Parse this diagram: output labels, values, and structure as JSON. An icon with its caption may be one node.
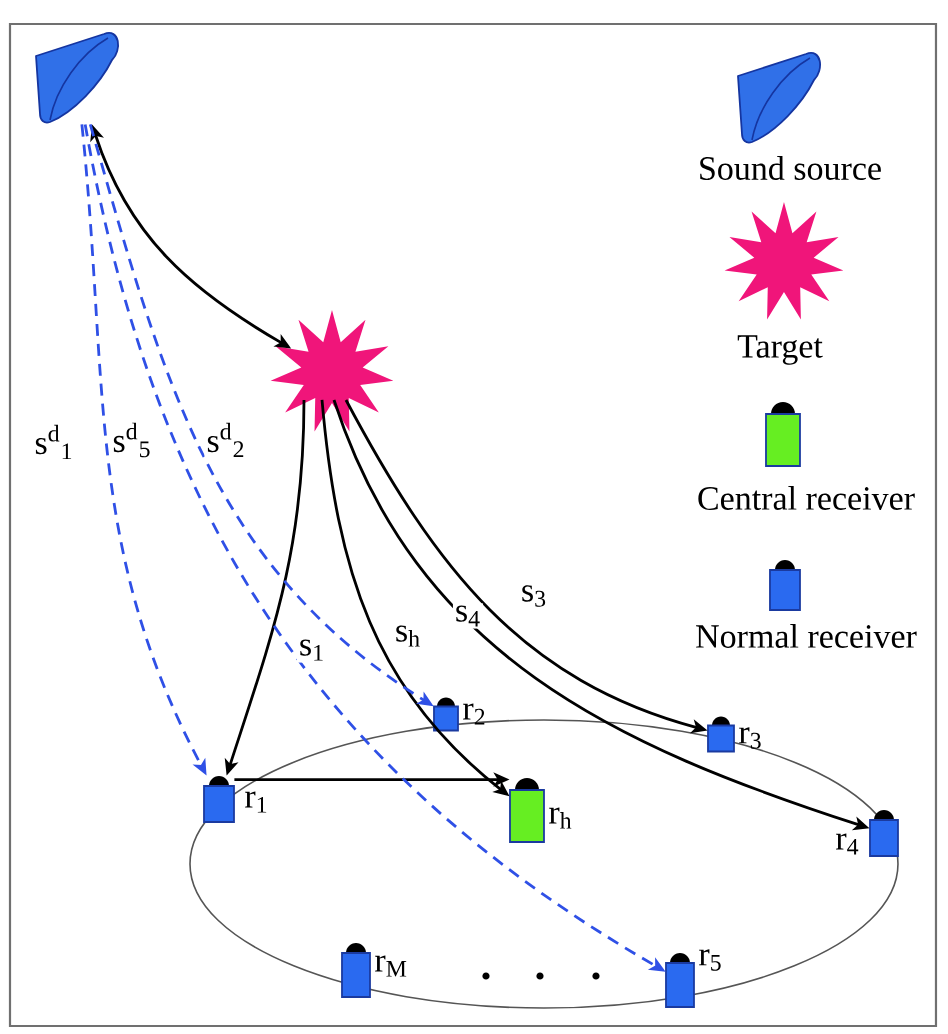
{
  "diagram": {
    "nodes": [
      {
        "text": [],
        "shape": "picture"
      },
      {
        "text": [],
        "shape": "star"
      },
      {
        "text": [],
        "shape": "box",
        "beside": [
          "r$_{1}$"
        ]
      },
      {
        "text": [],
        "shape": "box",
        "beside": [
          "r$_{2}$"
        ]
      },
      {
        "text": [],
        "shape": "box",
        "beside": [
          "r$_{3}$"
        ]
      },
      {
        "text": [],
        "shape": "box",
        "beside": [
          "r$_{h}$"
        ]
      },
      {
        "text": [],
        "shape": "box",
        "beside": [
          "r$_{4}$"
        ]
      },
      {
        "text": [],
        "shape": "box",
        "beside": [
          "r$_{5}$"
        ]
      },
      {
        "text": [],
        "shape": "box",
        "beside": [
          "r$_{M}$"
        ]
      }
    ],
    "edges": [
      {
        "from": 0,
        "to": 1,
        "arrow": "both"
      },
      {
        "from": 1,
        "to": 2,
        "arrow": "to",
        "label": "s$_{1}$"
      },
      {
        "from": 1,
        "to": 5,
        "arrow": "to",
        "label": "s$_{h}$"
      },
      {
        "from": 1,
        "to": 6,
        "arrow": "to",
        "label": "s$_{4}$"
      },
      {
        "from": 1,
        "to": 4,
        "arrow": "to",
        "label": "s$_{3}$"
      },
      {
        "from": 2,
        "to": 5,
        "arrow": "to"
      },
      {
        "from": 0,
        "to": 2,
        "arrow": "to",
        "label": "s$^{d}$$_{1}$",
        "style": "dashed",
        "color": "#2f50e6"
      },
      {
        "from": 0,
        "to": 7,
        "arrow": "to",
        "label": "s$^{d}$$_{5}$",
        "style": "dashed",
        "color": "#2f50e6"
      },
      {
        "from": 0,
        "to": 3,
        "arrow": "to",
        "label": "s$^{d}$$_{2}$",
        "style": "dashed",
        "color": "#2f50e6"
      }
    ],
    "legend": [
      {
        "text": "Sound source"
      },
      {
        "text": "Target"
      },
      {
        "text": "Central receiver"
      },
      {
        "text": "Normal receiver"
      }
    ]
  }
}
